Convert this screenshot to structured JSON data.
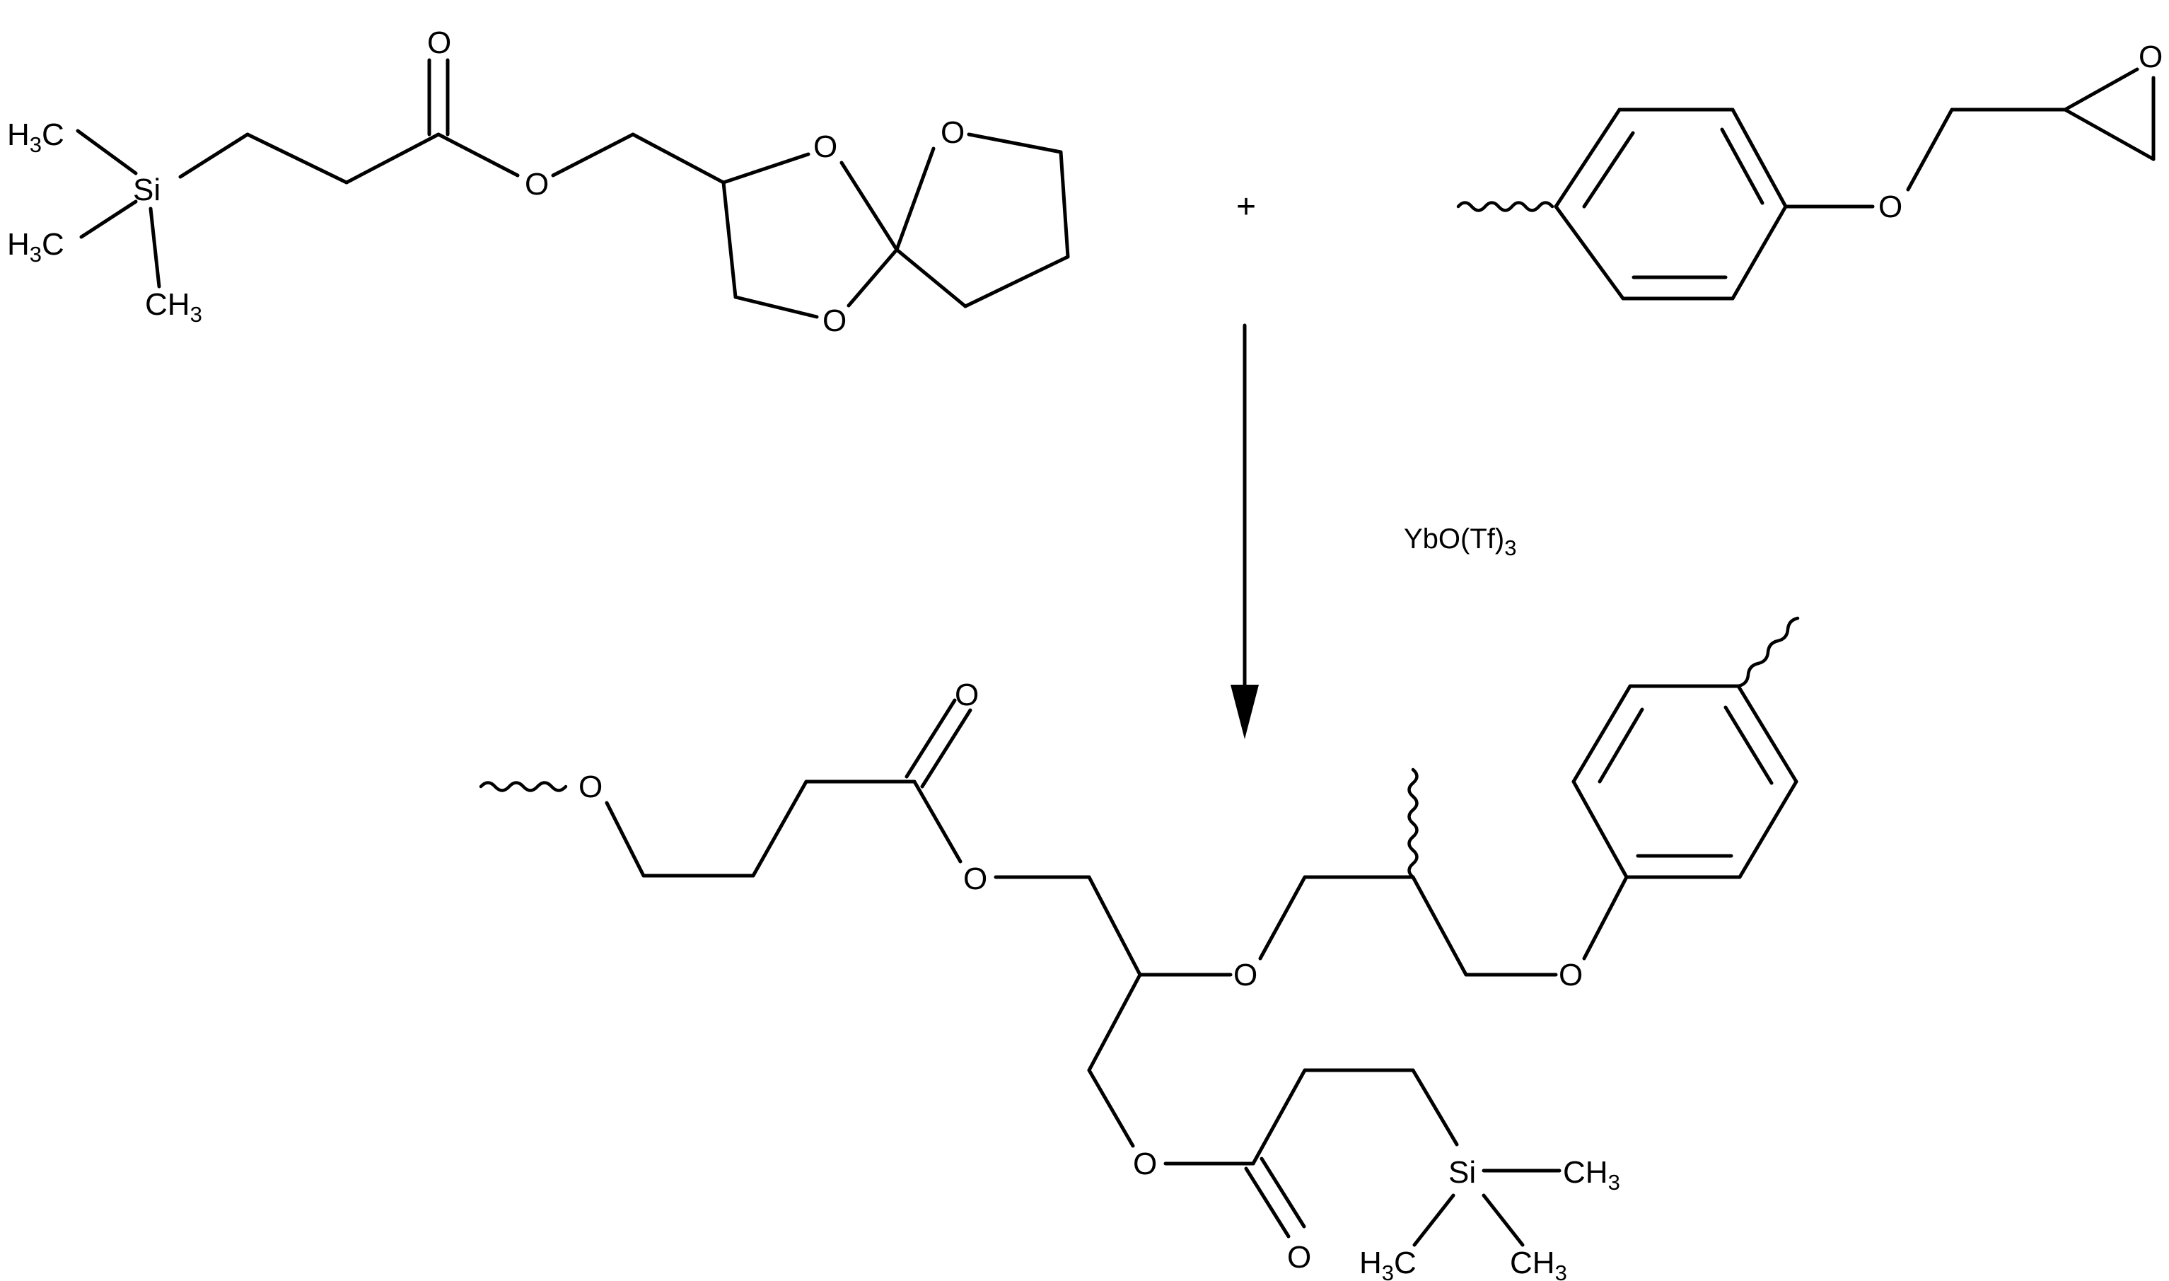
{
  "scheme": {
    "plus": "+",
    "reagent": {
      "main": "YbO(Tf)",
      "sub": "3"
    }
  },
  "reactant_1": {
    "h3c_a": {
      "pre": "H",
      "sub": "3",
      "post": "C"
    },
    "h3c_b": {
      "pre": "H",
      "sub": "3",
      "post": "C"
    },
    "ch3": {
      "pre": "CH",
      "sub": "3"
    },
    "si": "Si",
    "o_carbonyl": "O",
    "o_ester": "O",
    "o_ring_top": "O",
    "o_ring_bottom": "O",
    "o_thf": "O"
  },
  "reactant_2": {
    "o_ether": "O",
    "o_epoxide": "O"
  },
  "product": {
    "o_left": "O",
    "o_carbonyl_1": "O",
    "o_ester_1": "O",
    "o_center": "O",
    "o_aryl": "O",
    "o_ester_2": "O",
    "o_carbonyl_2": "O",
    "si": "Si",
    "ch3": {
      "pre": "CH",
      "sub": "3"
    },
    "h3c": {
      "pre": "H",
      "sub": "3",
      "post": "C"
    },
    "ch3_b": {
      "pre": "CH",
      "sub": "3"
    }
  }
}
